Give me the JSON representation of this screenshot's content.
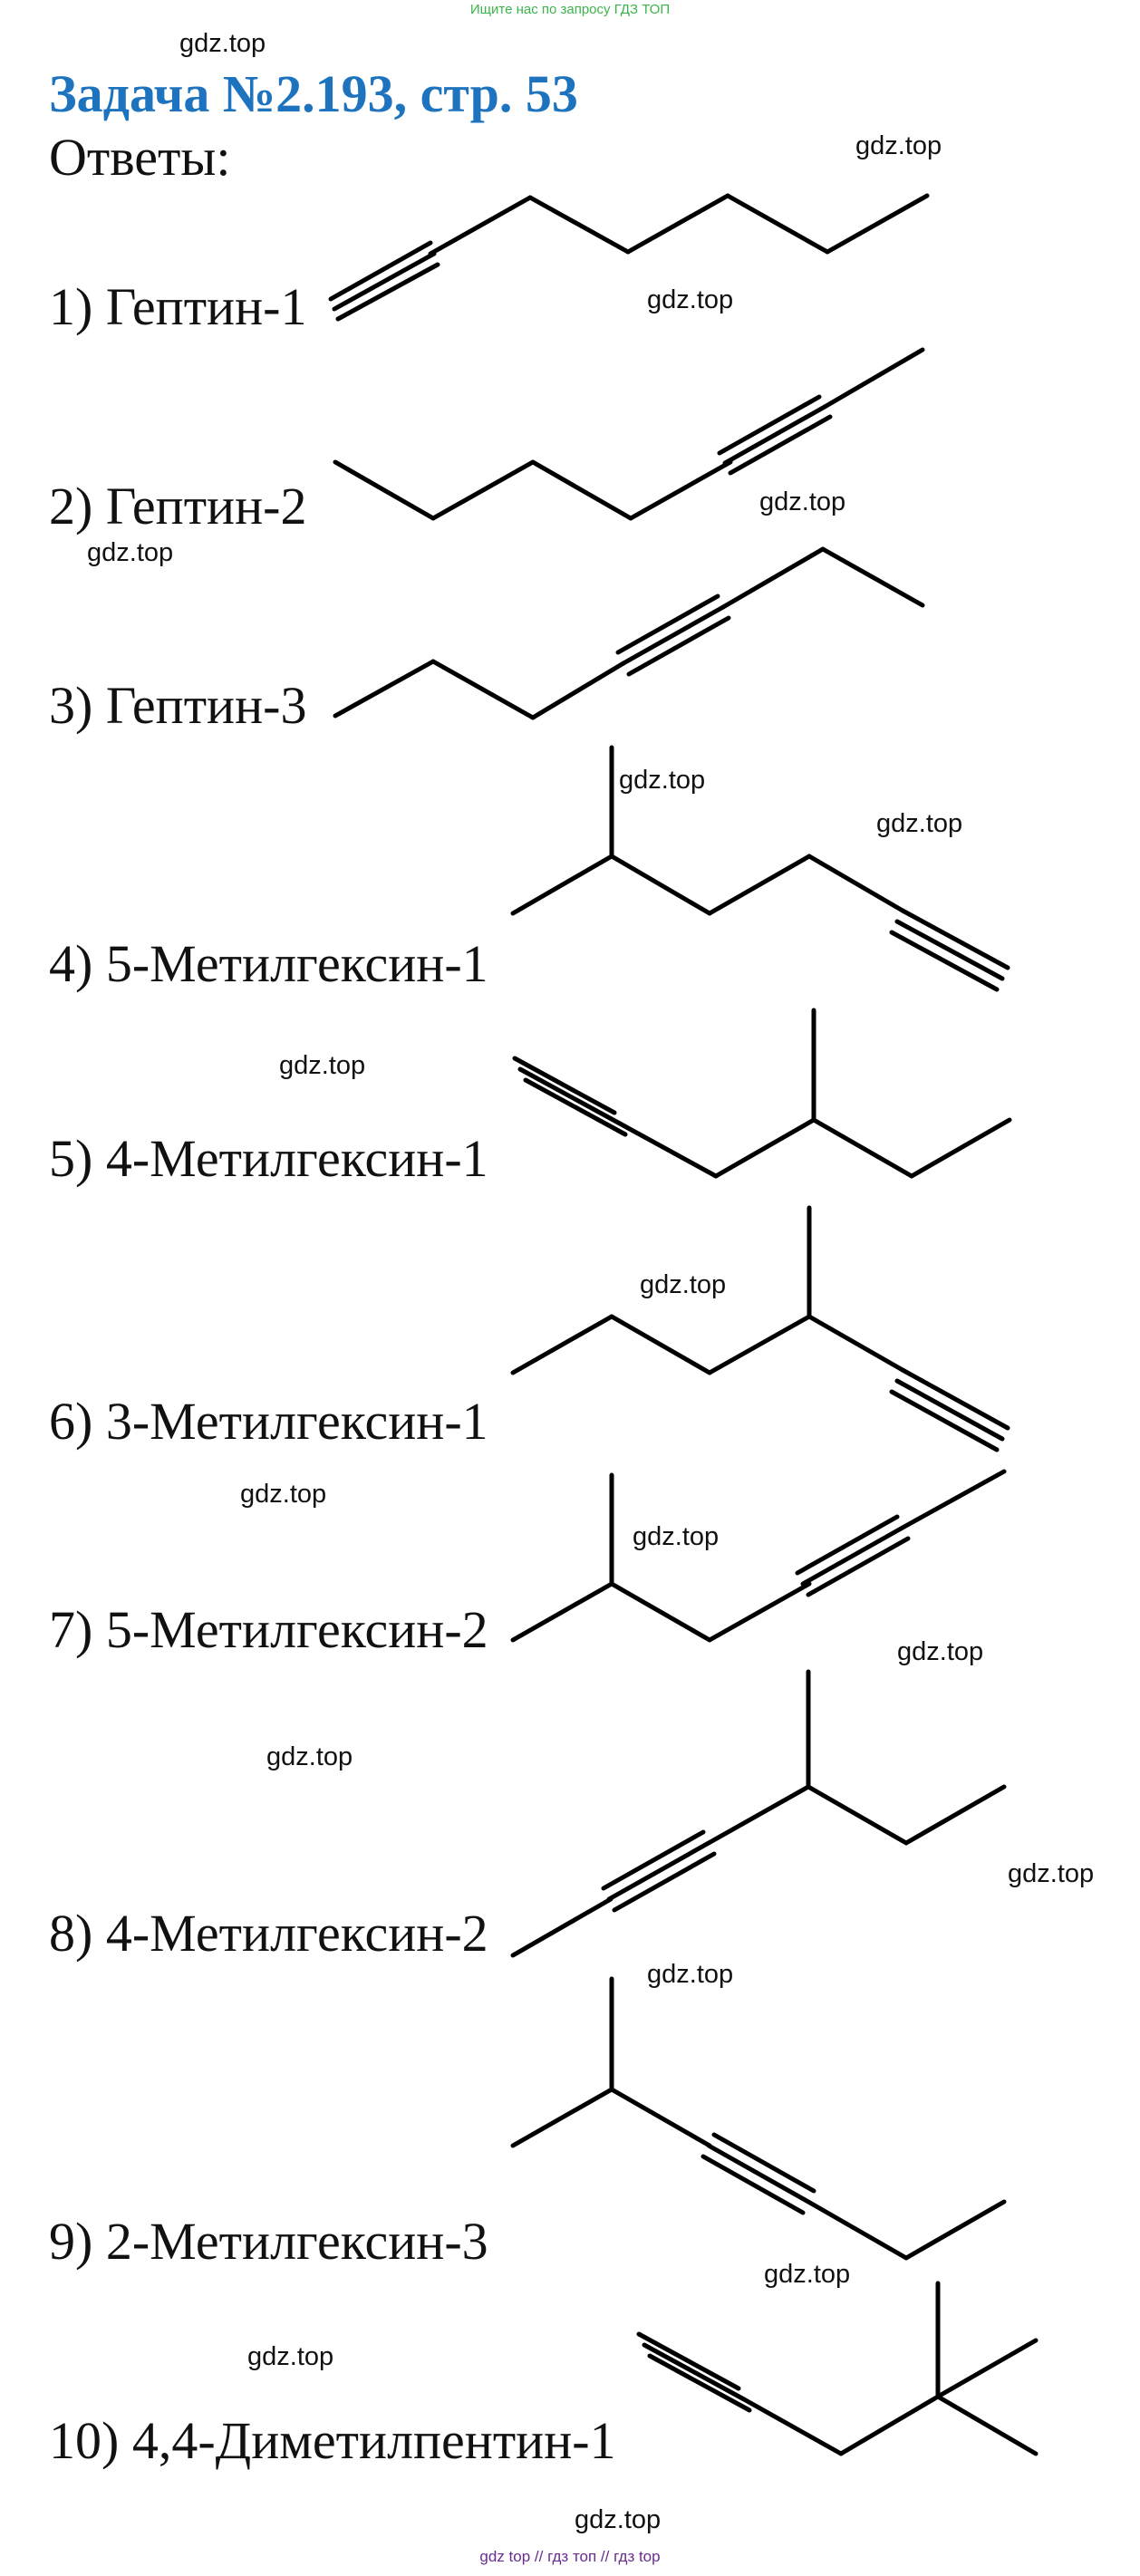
{
  "header": {
    "banner": "Ищите нас по запросу ГДЗ ТОП",
    "title": "Задача №2.193, стр. 53",
    "answers_heading": "Ответы:"
  },
  "answers": [
    {
      "label": "1) Гептин-1"
    },
    {
      "label": "2) Гептин-2"
    },
    {
      "label": "3) Гептин-3"
    },
    {
      "label": "4) 5-Метилгексин-1"
    },
    {
      "label": "5) 4-Метилгексин-1"
    },
    {
      "label": "6) 3-Метилгексин-1"
    },
    {
      "label": "7) 5-Метилгексин-2"
    },
    {
      "label": "8) 4-Метилгексин-2"
    },
    {
      "label": "9) 2-Метилгексин-3"
    },
    {
      "label": "10) 4,4-Диметилпентин-1"
    }
  ],
  "watermark": "gdz.top",
  "footer": "gdz top  //  гдз топ  //  гдз top",
  "colors": {
    "title": "#1e73be",
    "banner": "#3bb54a",
    "footer": "#6a2c91",
    "text": "#111111"
  }
}
